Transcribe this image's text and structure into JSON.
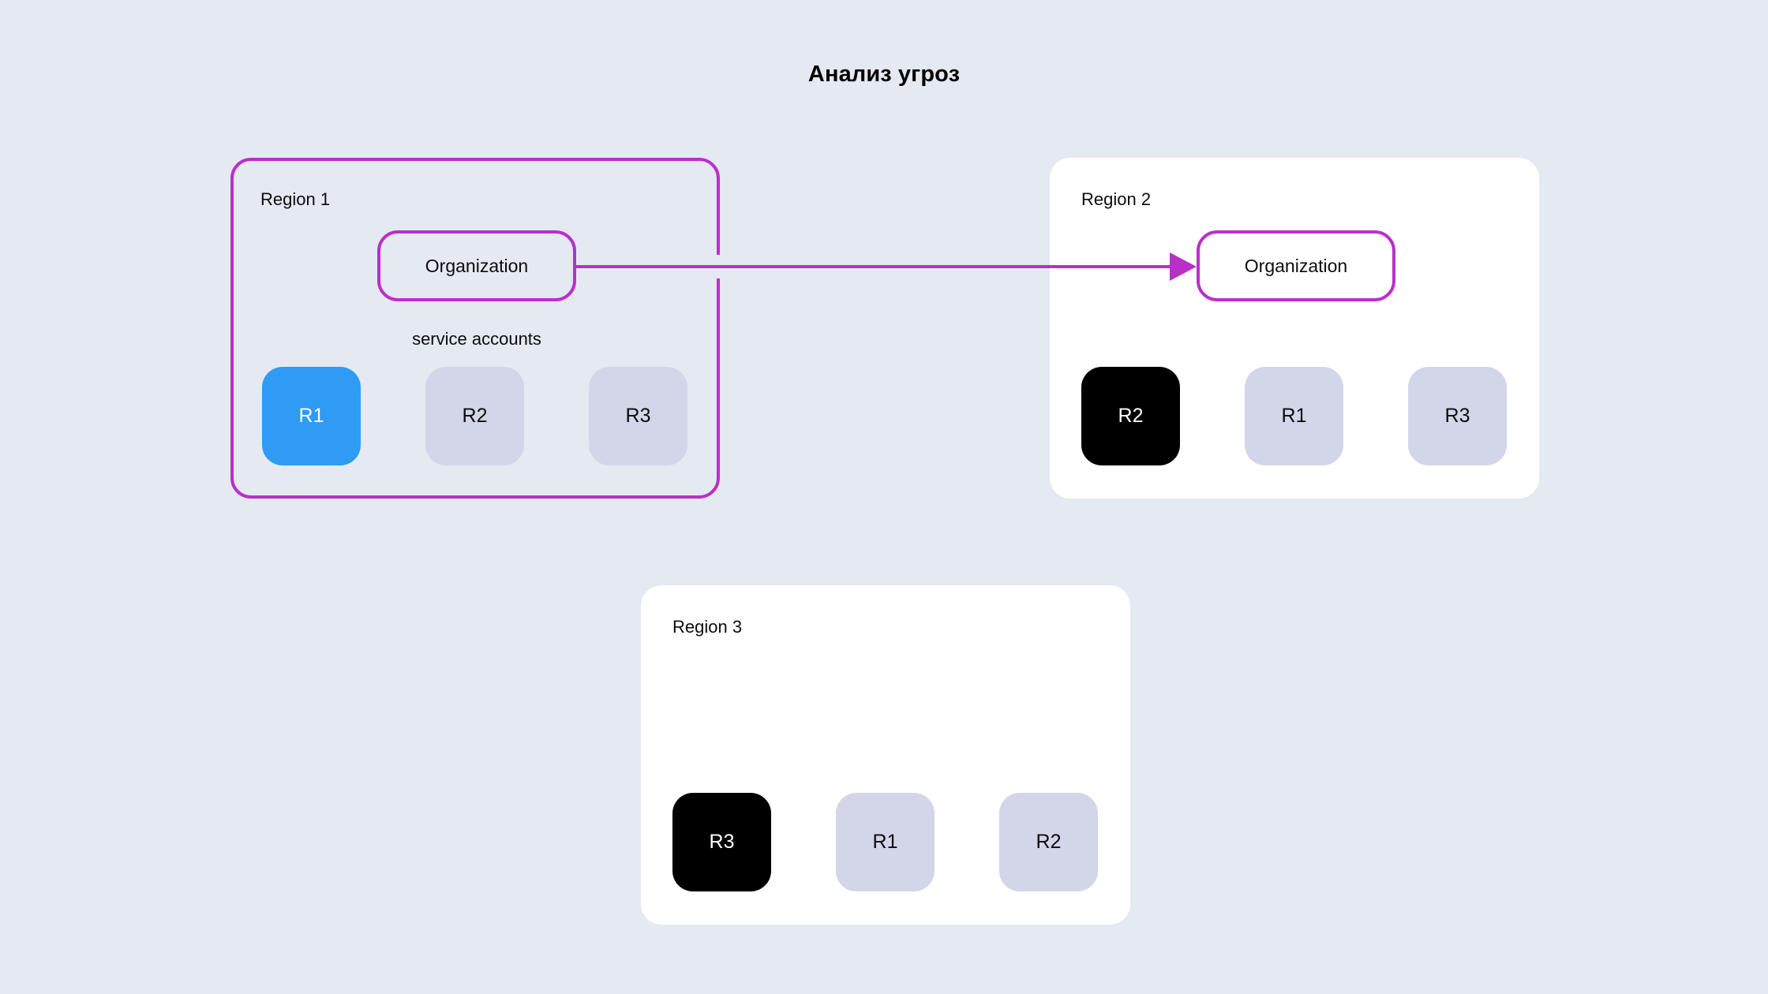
{
  "page": {
    "title": "Анализ угроз",
    "background_color": "#e5e9f2"
  },
  "colors": {
    "accent_purple": "#b930c9",
    "active_blue": "#2f9bf5",
    "selected_black": "#000000",
    "idle_gray": "#d2d6e8",
    "panel_white": "#ffffff",
    "text_dark": "#0b0c0e"
  },
  "regions": [
    {
      "id": "region-1",
      "label": "Region 1",
      "style": "outlined",
      "organization": {
        "label": "Organization",
        "present": true
      },
      "caption": "service accounts",
      "tiles": [
        {
          "label": "R1",
          "state": "active"
        },
        {
          "label": "R2",
          "state": "idle"
        },
        {
          "label": "R3",
          "state": "idle"
        }
      ]
    },
    {
      "id": "region-2",
      "label": "Region 2",
      "style": "plain",
      "organization": {
        "label": "Organization",
        "present": true
      },
      "caption": "",
      "tiles": [
        {
          "label": "R2",
          "state": "selected"
        },
        {
          "label": "R1",
          "state": "idle"
        },
        {
          "label": "R3",
          "state": "idle"
        }
      ]
    },
    {
      "id": "region-3",
      "label": "Region 3",
      "style": "plain",
      "organization": {
        "label": "",
        "present": false
      },
      "caption": "",
      "tiles": [
        {
          "label": "R3",
          "state": "selected"
        },
        {
          "label": "R1",
          "state": "idle"
        },
        {
          "label": "R2",
          "state": "idle"
        }
      ]
    }
  ],
  "connections": [
    {
      "id": "org1-to-org2",
      "from": "region-1-organization",
      "to": "region-2-organization",
      "direction": "right",
      "color": "#b930c9"
    }
  ]
}
